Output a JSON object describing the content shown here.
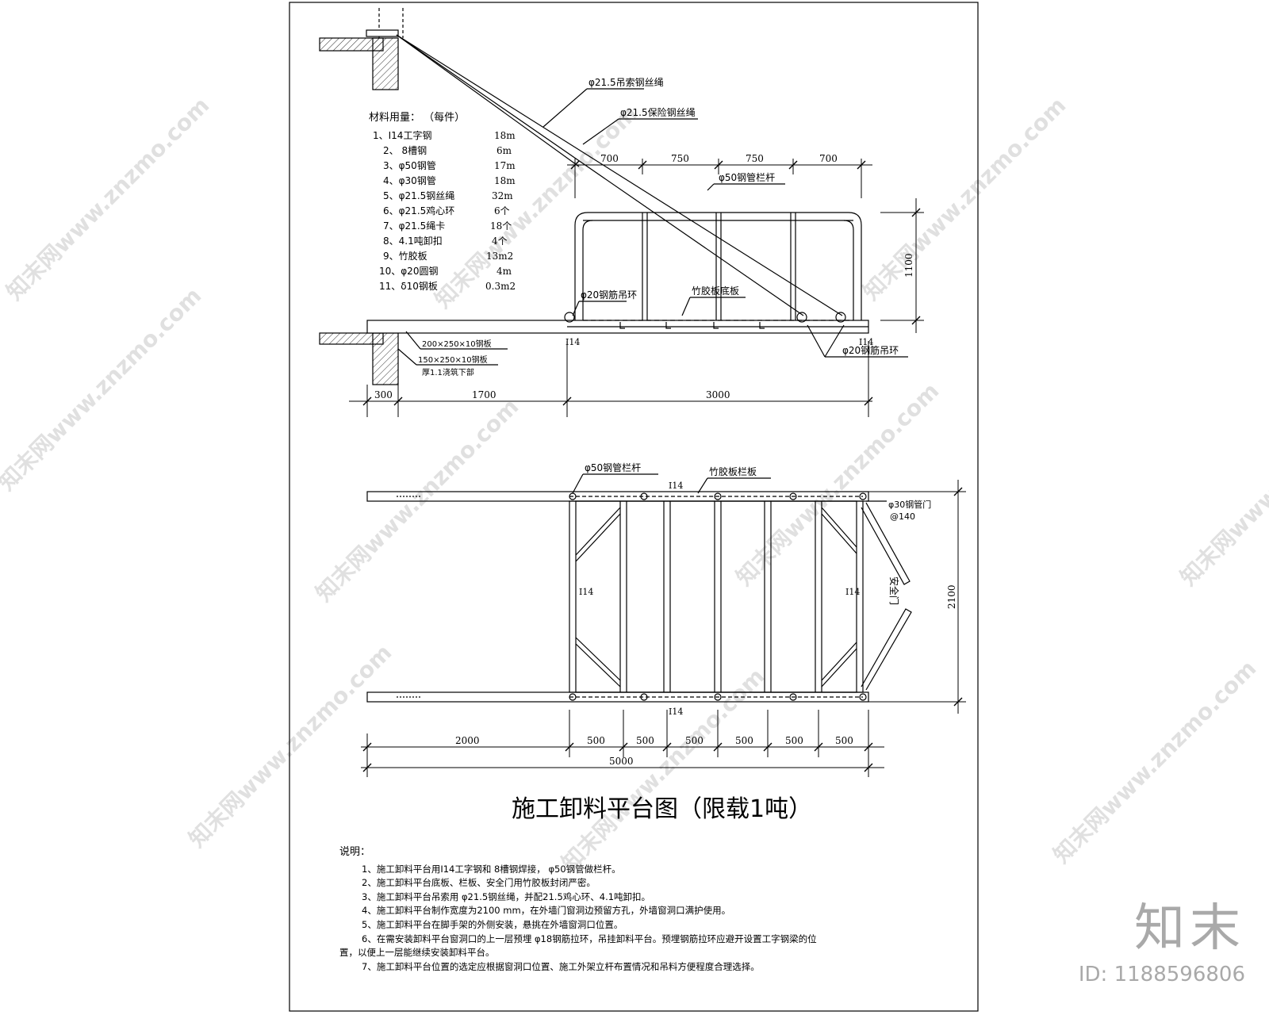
{
  "title": "施工卸料平台图（限载1吨）",
  "materials": {
    "heading": "材料用量：  （每件）",
    "items": [
      {
        "name": "1、I14工字钢",
        "qty": "18m"
      },
      {
        "name": "2、 8槽钢",
        "qty": "6m"
      },
      {
        "name": "3、φ50钢管",
        "qty": "17m"
      },
      {
        "name": "4、φ30钢管",
        "qty": "18m"
      },
      {
        "name": "5、φ21.5钢丝绳",
        "qty": "32m"
      },
      {
        "name": "6、φ21.5鸡心环",
        "qty": "6个"
      },
      {
        "name": "7、φ21.5绳卡",
        "qty": "18个"
      },
      {
        "name": "8、4.1吨卸扣",
        "qty": "4个"
      },
      {
        "name": "9、竹胶板",
        "qty": "13m2"
      },
      {
        "name": "10、φ20圆钢",
        "qty": "4m"
      },
      {
        "name": "11、δ10钢板",
        "qty": "0.3m2"
      }
    ]
  },
  "elevation": {
    "rope_main": "φ21.5吊索钢丝绳",
    "rope_safety": "φ21.5保险钢丝绳",
    "rail_label": "φ50钢管栏杆",
    "ring_left": "φ20钢筋吊环",
    "ring_right": "φ20钢筋吊环",
    "floor_label": "竹胶板底板",
    "plate1": "200×250×10钢板",
    "plate2": "150×250×10钢板",
    "plate3": "厚1.1浇筑下部",
    "beam_left": "I14",
    "beam_right": "I14",
    "dims_top": [
      "700",
      "750",
      "750",
      "700"
    ],
    "height": "1100",
    "dims_bottom": [
      "300",
      "1700",
      "3000"
    ]
  },
  "plan": {
    "rail_label": "φ50钢管栏杆",
    "board_label": "竹胶板栏板",
    "gate_label": "φ30钢管门",
    "gate_size": "@140",
    "safety_gate": "安全门",
    "beam_top": "I14",
    "beam_bottom": "I14",
    "beam_side_left": "I14",
    "beam_side_right": "I14",
    "width": "2100",
    "dims": [
      "2000",
      "500",
      "500",
      "500",
      "500",
      "500",
      "500"
    ],
    "total": "5000"
  },
  "notes": {
    "heading": "说明：",
    "items": [
      "1、施工卸料平台用I14工字钢和 8槽钢焊接，  φ50钢管做栏杆。",
      "2、施工卸料平台底板、栏板、安全门用竹胶板封闭严密。",
      "3、施工卸料平台吊索用 φ21.5钢丝绳，并配21.5鸡心环、4.1吨卸扣。",
      "4、施工卸料平台制作宽度为2100 mm，在外墙门窗洞边预留方孔，外墙窗洞口满护使用。",
      "5、施工卸料平台在脚手架的外侧安装，悬挑在外墙窗洞口位置。",
      "6、在需安装卸料平台窗洞口的上一层预埋 φ18钢筋拉环，吊挂卸料平台。预埋钢筋拉环应避开设置工字钢梁的位"
    ],
    "wrap": "置，以便上一层能继续安装卸料平台。",
    "last": "7、施工卸料平台位置的选定应根据窗洞口位置、施工外架立杆布置情况和吊料方便程度合理选择。"
  },
  "watermark": "知末网www.znzmo.com",
  "brand": {
    "logo": "知末",
    "id": "ID: 1188596806"
  }
}
